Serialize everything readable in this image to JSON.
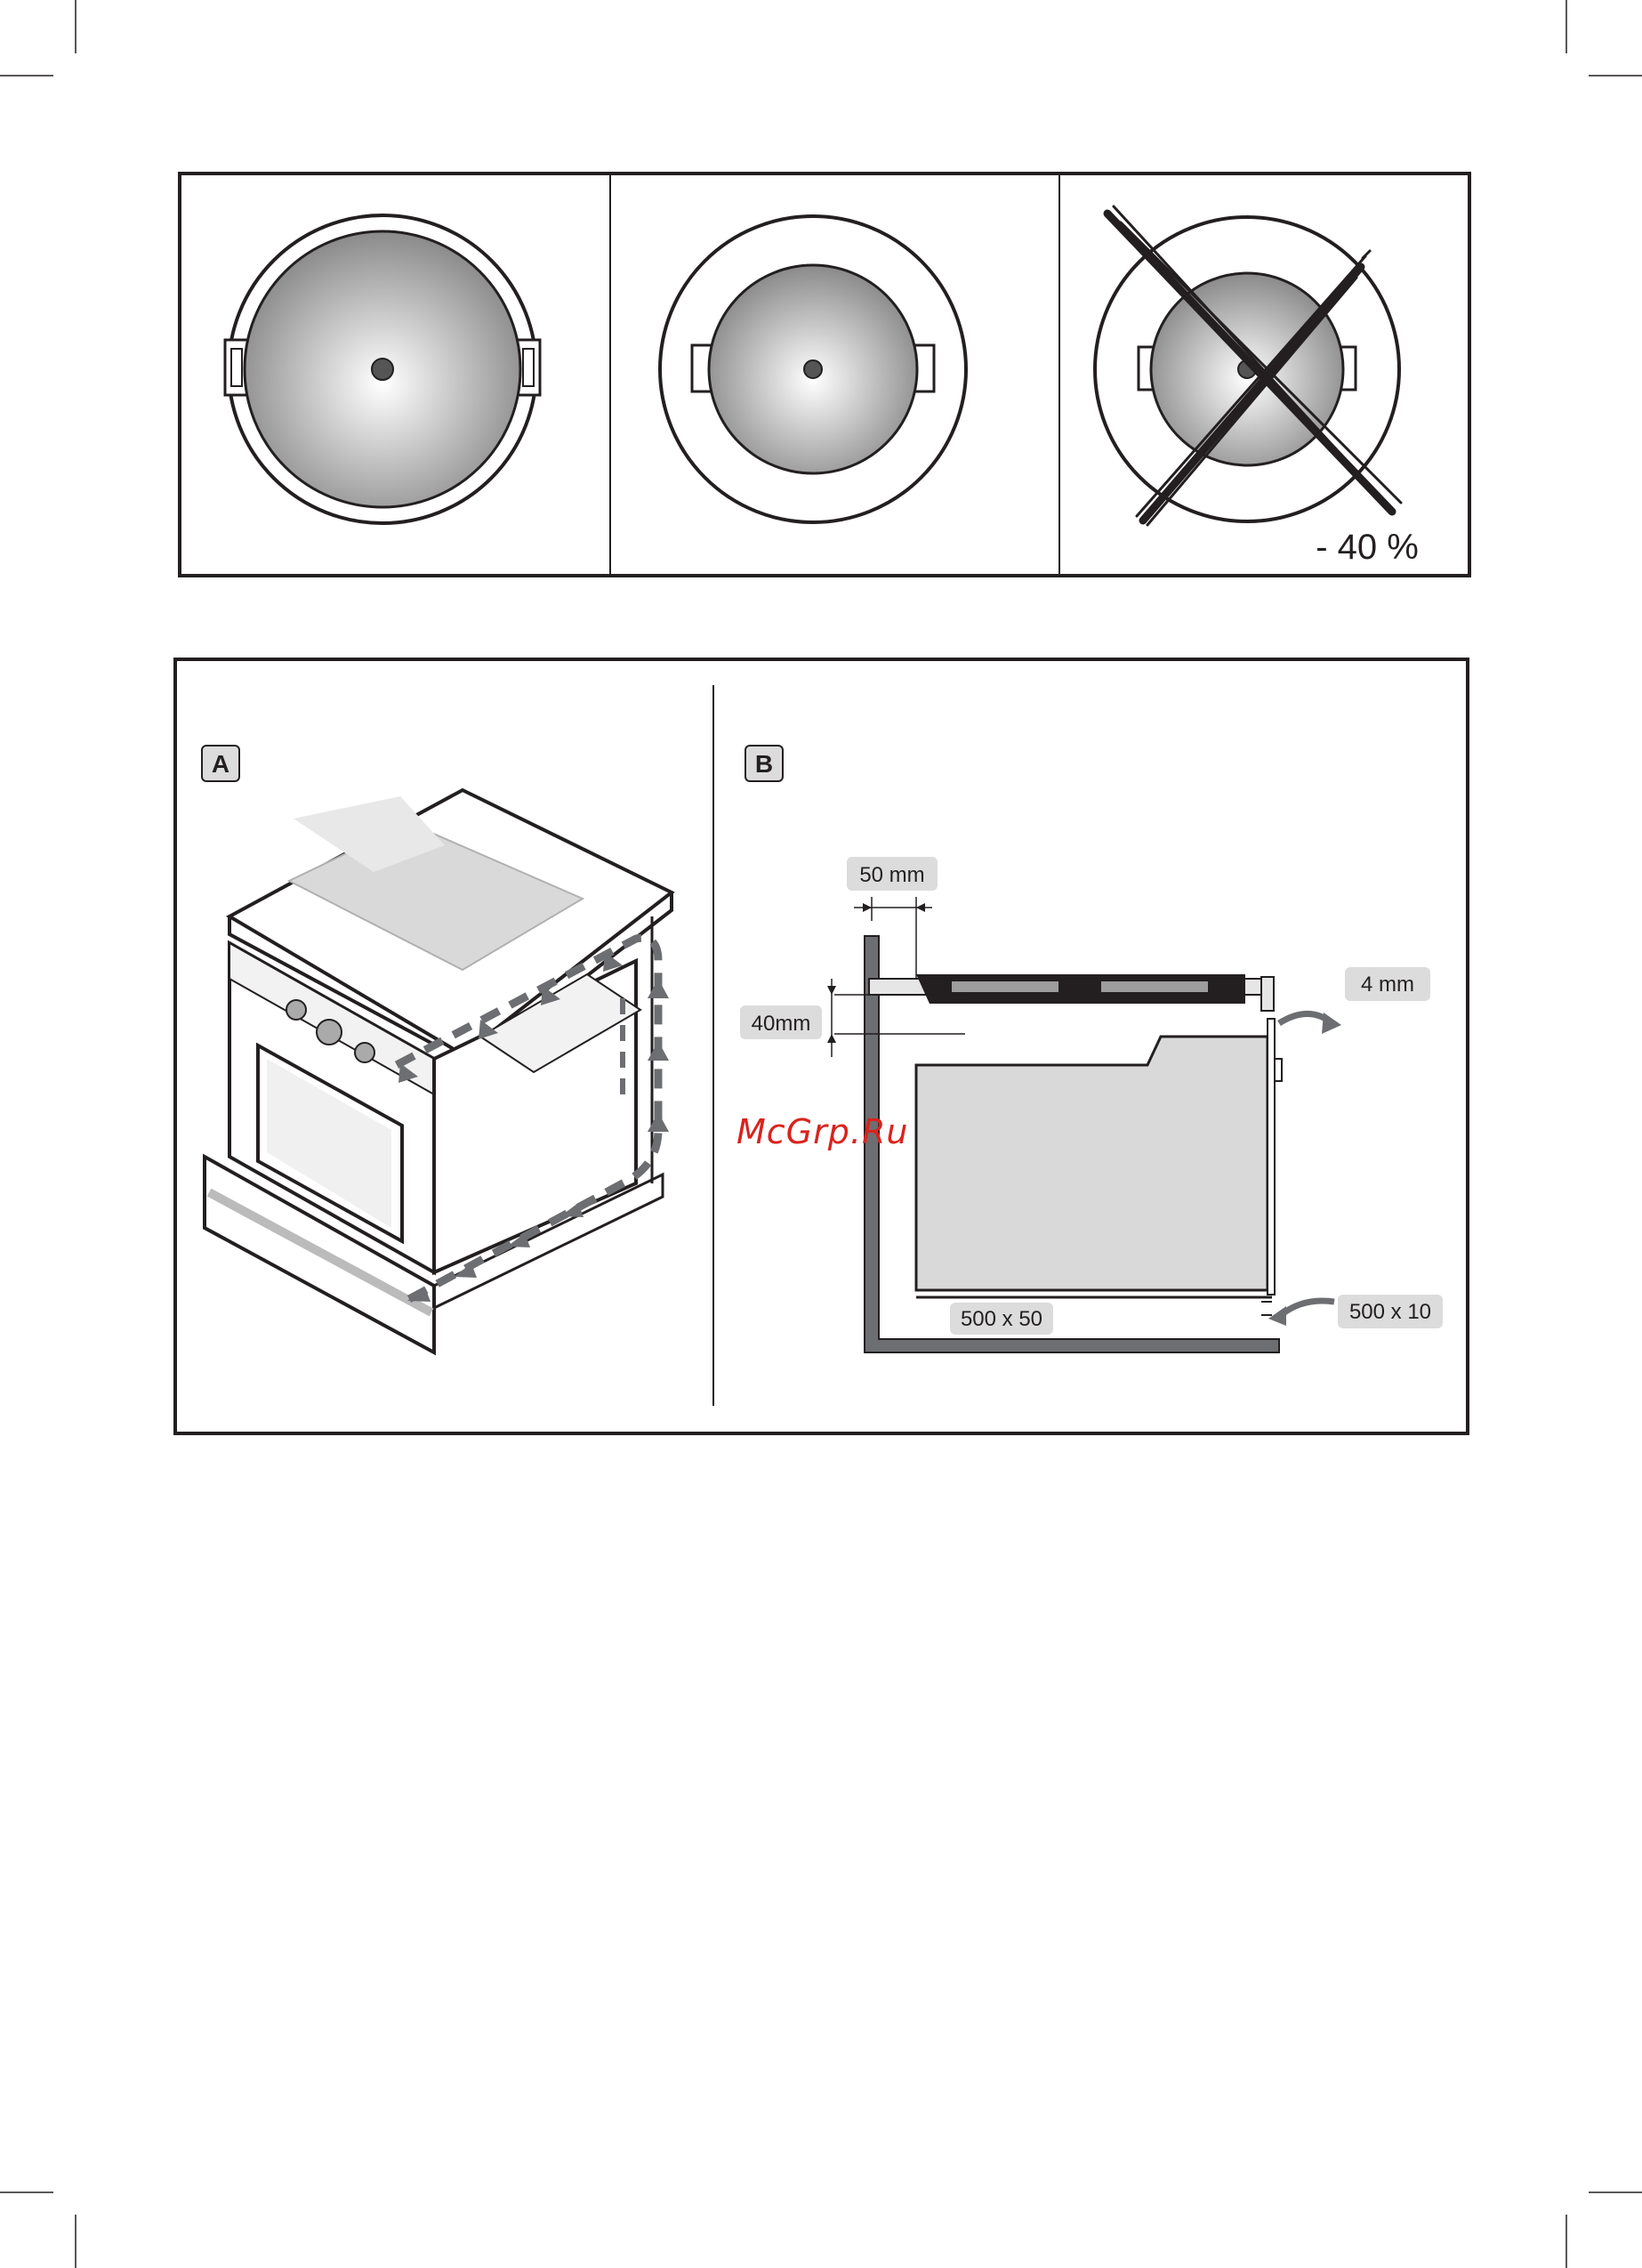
{
  "panel1": {
    "pots": [
      {
        "name": "large-pot"
      },
      {
        "name": "medium-pot"
      },
      {
        "name": "small-pot-crossed"
      }
    ],
    "efficiency_loss": "- 40 %"
  },
  "panel2": {
    "section_a": {
      "label": "A"
    },
    "section_b": {
      "label": "B",
      "dim_50mm": "50 mm",
      "dim_40mm": "40mm",
      "dim_4mm": "4 mm",
      "dim_500x50": "500 x 50",
      "dim_500x10": "500 x 10"
    }
  },
  "watermark": "McGrp.Ru",
  "colors": {
    "ink": "#231f20",
    "pot_gradient_light": "#ffffff",
    "pot_gradient_dark": "#8a8a8a",
    "label_bg": "#dcdcdc",
    "oven_fill": "#d9d9d9",
    "arrow": "#6d6e71",
    "watermark": "#d9231d"
  }
}
